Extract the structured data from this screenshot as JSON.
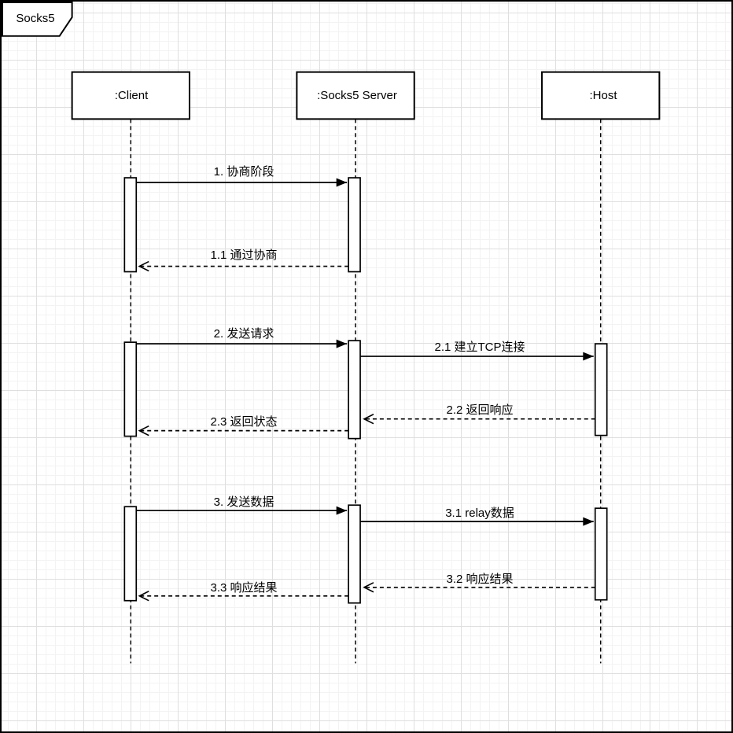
{
  "frame": {
    "label": "Socks5"
  },
  "participants": [
    {
      "id": "client",
      "label": ":Client"
    },
    {
      "id": "socks5-server",
      "label": ":Socks5 Server"
    },
    {
      "id": "host",
      "label": ":Host"
    }
  ],
  "messages": [
    {
      "label": "1. 协商阶段",
      "from": ":Client",
      "to": ":Socks5 Server",
      "style": "solid"
    },
    {
      "label": "1.1 通过协商",
      "from": ":Socks5 Server",
      "to": ":Client",
      "style": "dashed"
    },
    {
      "label": "2. 发送请求",
      "from": ":Client",
      "to": ":Socks5 Server",
      "style": "solid"
    },
    {
      "label": "2.1 建立TCP连接",
      "from": ":Socks5 Server",
      "to": ":Host",
      "style": "solid"
    },
    {
      "label": "2.2 返回响应",
      "from": ":Host",
      "to": ":Socks5 Server",
      "style": "dashed"
    },
    {
      "label": "2.3 返回状态",
      "from": ":Socks5 Server",
      "to": ":Client",
      "style": "dashed"
    },
    {
      "label": "3. 发送数据",
      "from": ":Client",
      "to": ":Socks5 Server",
      "style": "solid"
    },
    {
      "label": "3.1 relay数据",
      "from": ":Socks5 Server",
      "to": ":Host",
      "style": "solid"
    },
    {
      "label": "3.2 响应结果",
      "from": ":Host",
      "to": ":Socks5 Server",
      "style": "dashed"
    },
    {
      "label": "3.3 响应结果",
      "from": ":Socks5 Server",
      "to": ":Client",
      "style": "dashed"
    }
  ],
  "colors": {
    "stroke": "#000000",
    "shape_fill": "#ffffff",
    "grid_minor": "#f3f3f3",
    "grid_major": "#dfdfdf"
  }
}
